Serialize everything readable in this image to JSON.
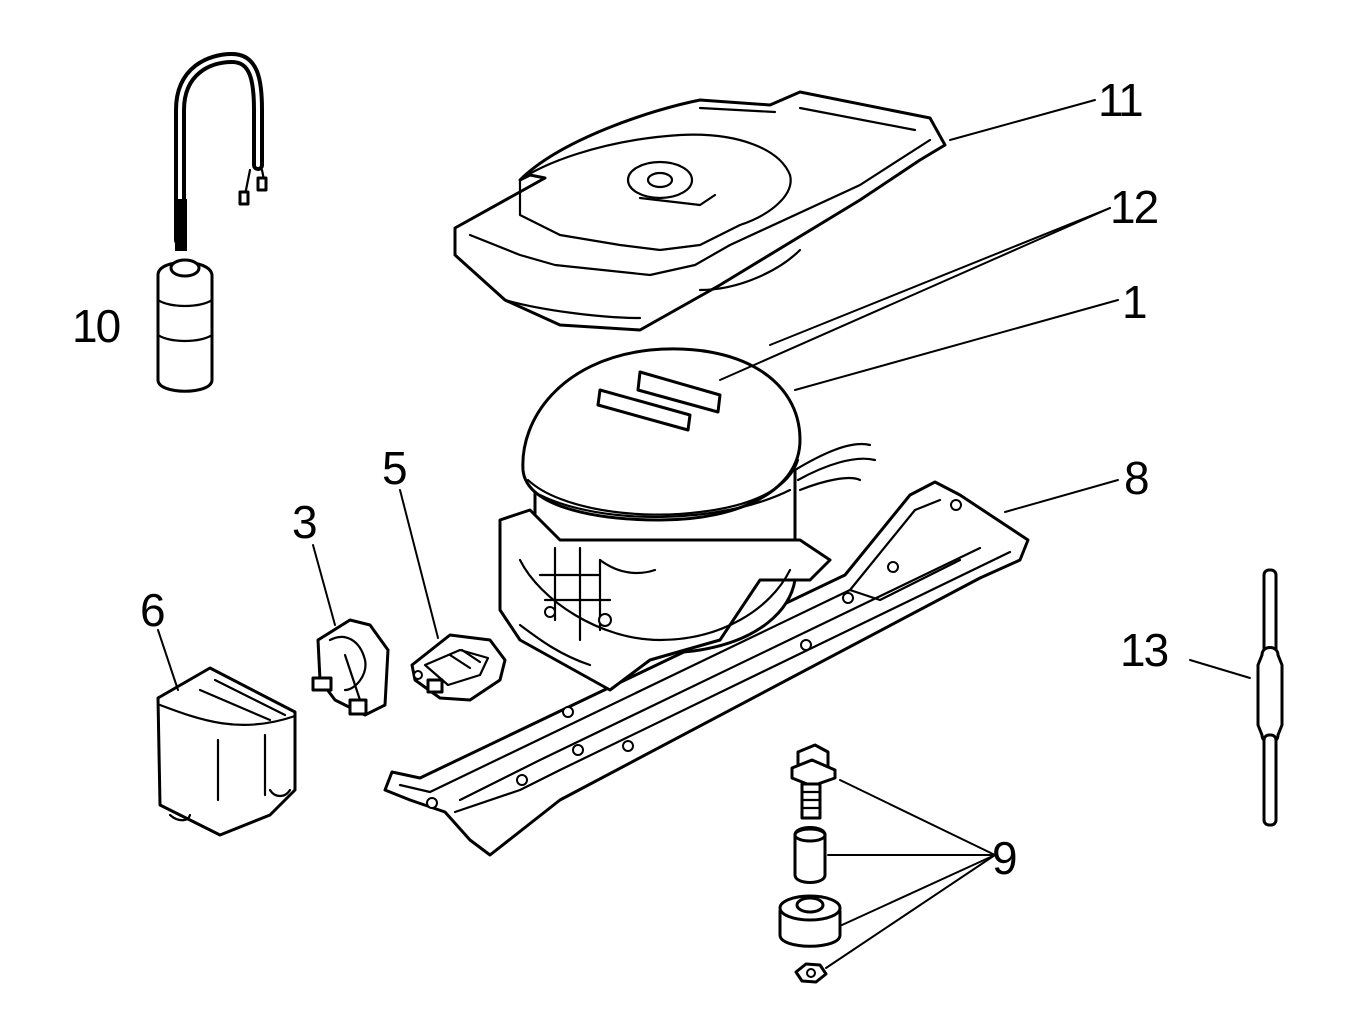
{
  "diagram": {
    "callouts": {
      "c1": "1",
      "c3": "3",
      "c5": "5",
      "c6": "6",
      "c8": "8",
      "c9": "9",
      "c10": "10",
      "c11": "11",
      "c12": "12",
      "c13": "13"
    }
  }
}
